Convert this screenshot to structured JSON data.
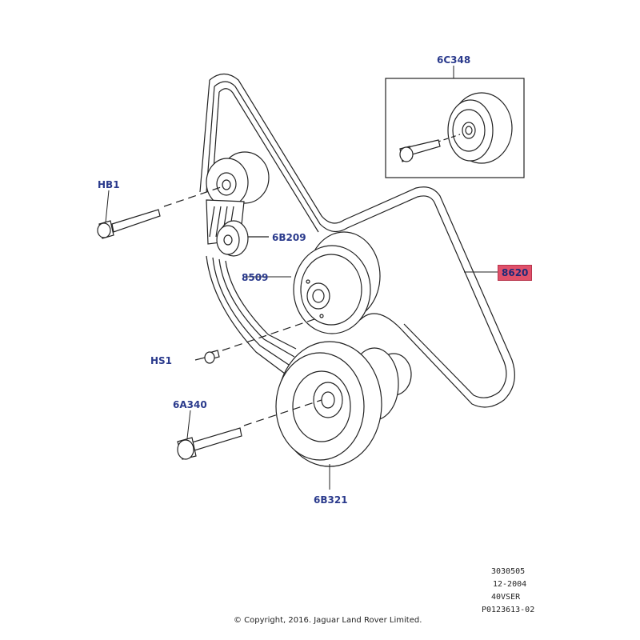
{
  "callouts": {
    "c_6c348": "6C348",
    "c_hb1": "HB1",
    "c_6b209": "6B209",
    "c_8509": "8509",
    "c_8620": "8620",
    "c_hs1": "HS1",
    "c_6a340": "6A340",
    "c_6b321": "6B321"
  },
  "highlight_color": "#e0506a",
  "callout_color": "#2a3a8c",
  "footer": {
    "ref_number": "3030505",
    "date": "12-2004",
    "series": "40VSER",
    "drawing_number": "P0123613-02",
    "copyright": "© Copyright, 2016. Jaguar Land Rover Limited."
  }
}
